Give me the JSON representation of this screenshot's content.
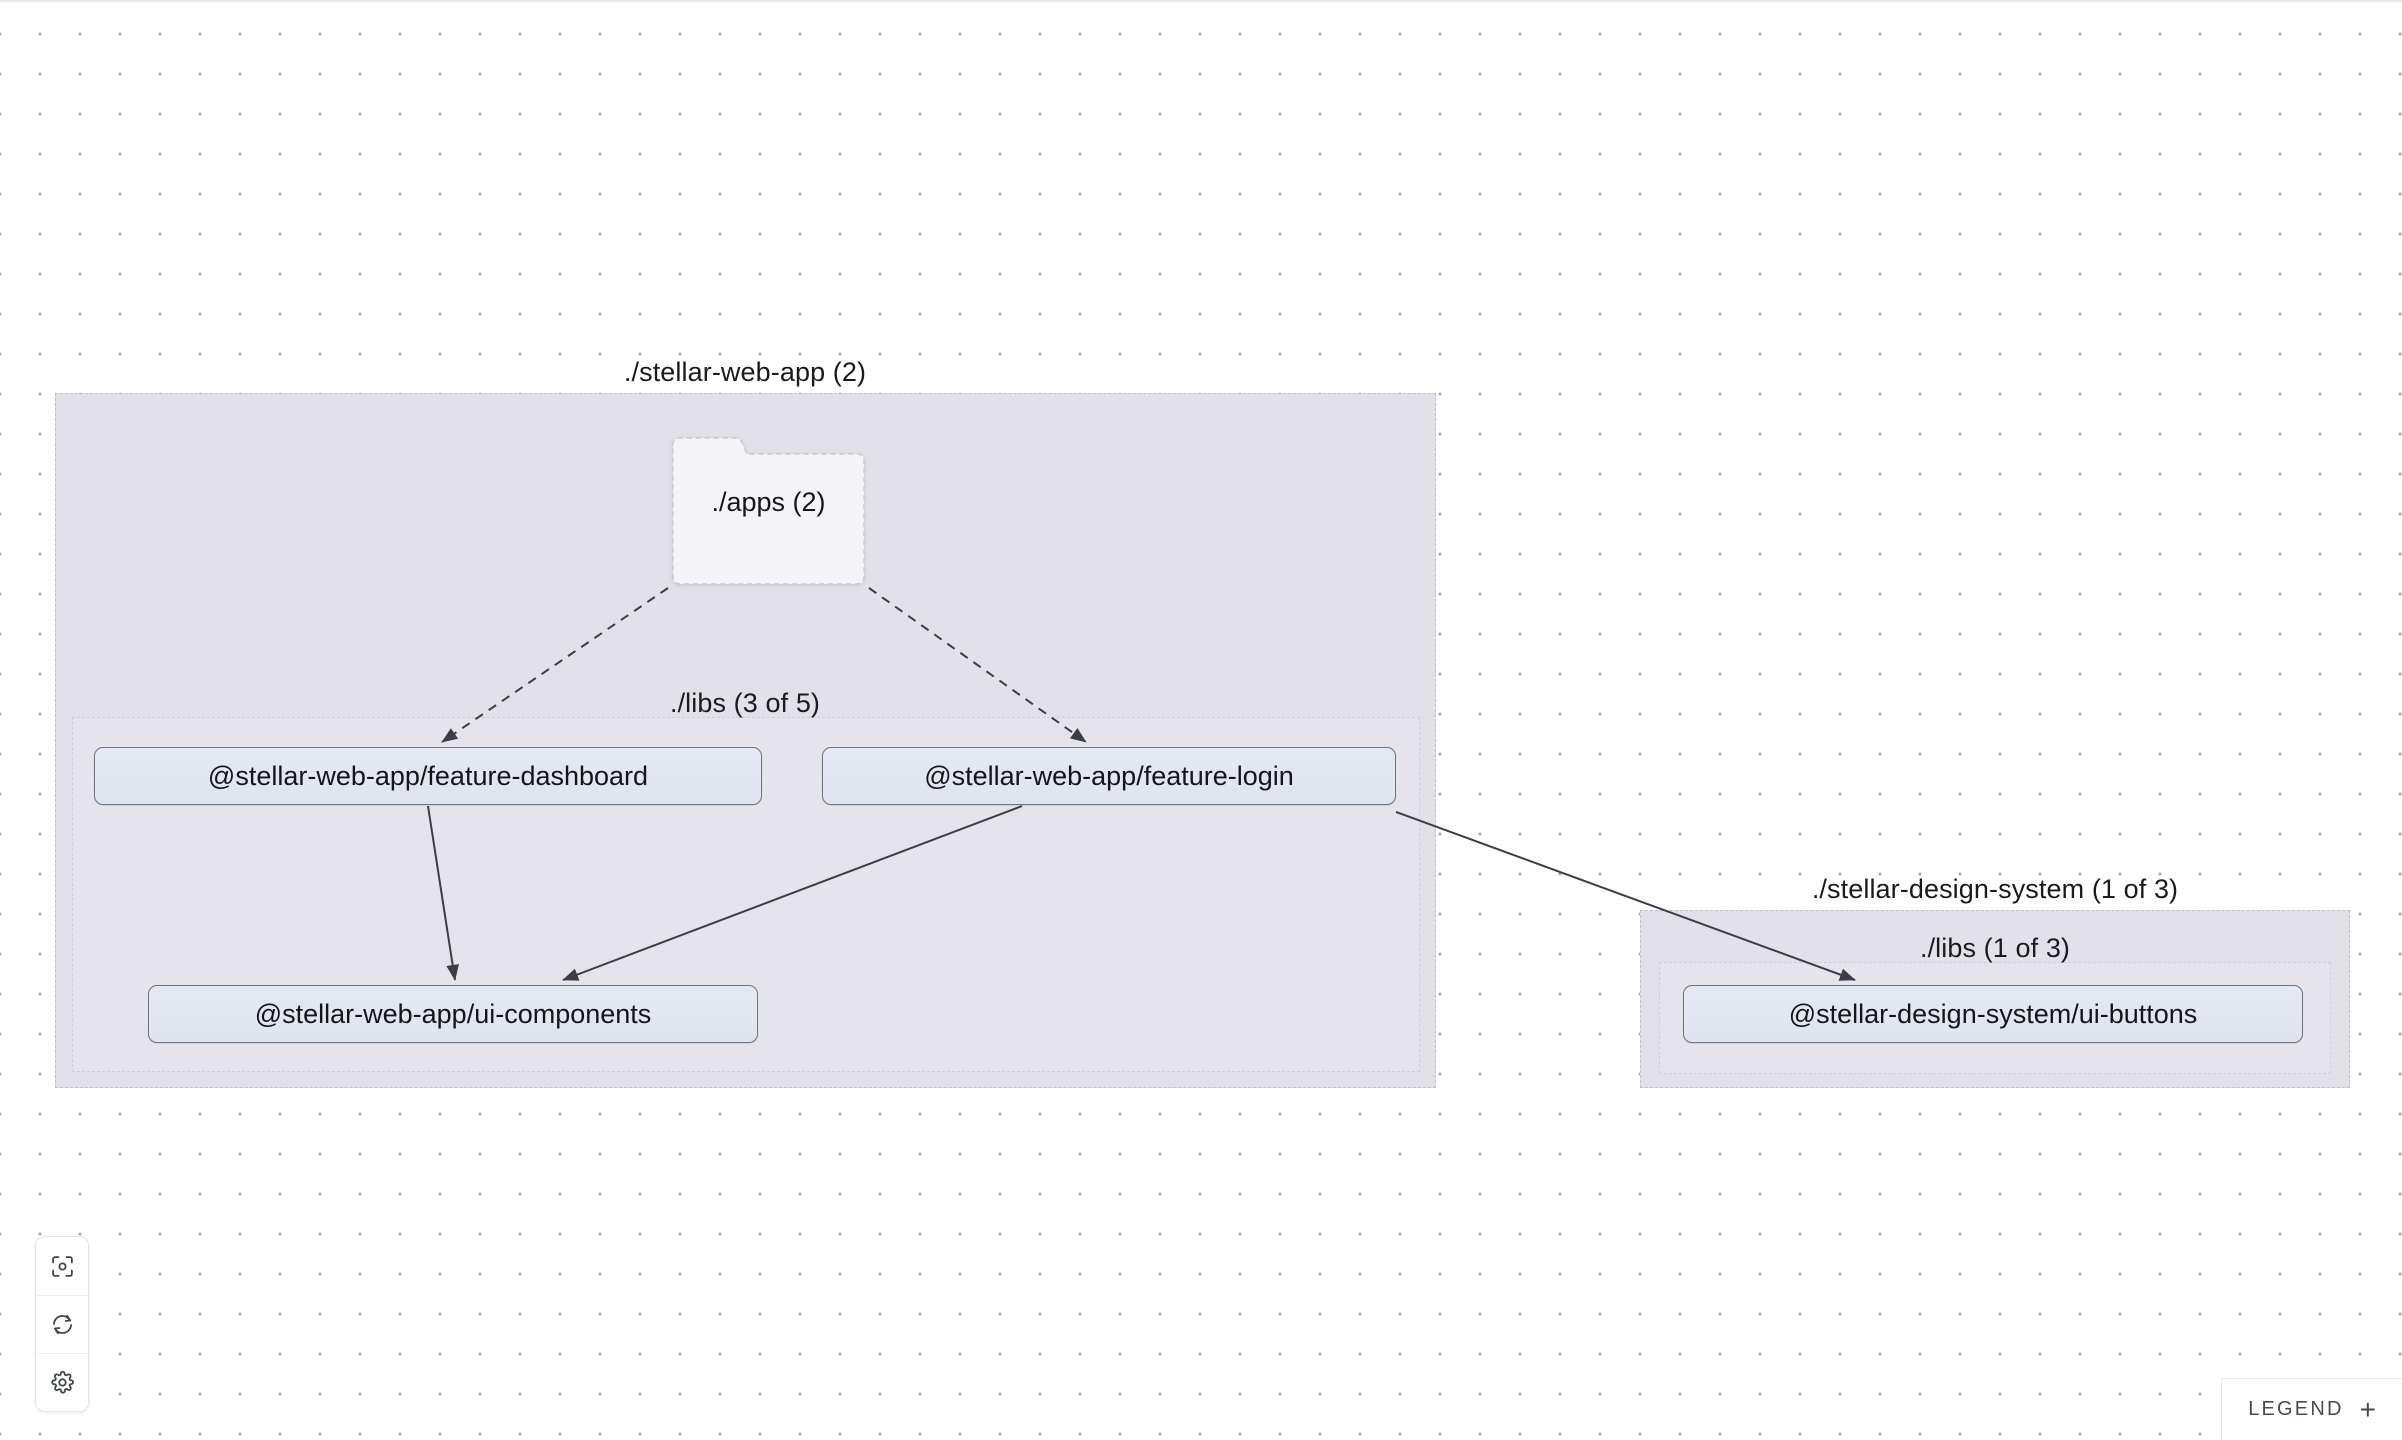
{
  "canvas": {
    "background_color": "#ffffff",
    "dot_color": "#9aa5b5",
    "dot_spacing": 40
  },
  "graph": {
    "type": "dependency-graph",
    "groups": [
      {
        "id": "stellar-web-app",
        "label": "./stellar-web-app (2)",
        "kind": "workspace",
        "children": [
          {
            "id": "libs-webapp",
            "label": "./libs (3 of 5)",
            "kind": "directory"
          }
        ]
      },
      {
        "id": "stellar-design-system",
        "label": "./stellar-design-system (1 of 3)",
        "kind": "workspace",
        "children": [
          {
            "id": "libs-ds",
            "label": "./libs (1 of 3)",
            "kind": "directory"
          }
        ]
      }
    ],
    "folders": [
      {
        "id": "apps",
        "label": "./apps (2)",
        "kind": "folder",
        "parent": "stellar-web-app"
      }
    ],
    "nodes": [
      {
        "id": "feature-dashboard",
        "label": "@stellar-web-app/feature-dashboard",
        "parent": "libs-webapp"
      },
      {
        "id": "feature-login",
        "label": "@stellar-web-app/feature-login",
        "parent": "libs-webapp"
      },
      {
        "id": "ui-components",
        "label": "@stellar-web-app/ui-components",
        "parent": "libs-webapp"
      },
      {
        "id": "ui-buttons",
        "label": "@stellar-design-system/ui-buttons",
        "parent": "libs-ds"
      }
    ],
    "edges": [
      {
        "from": "apps",
        "to": "feature-dashboard",
        "style": "dashed"
      },
      {
        "from": "apps",
        "to": "feature-login",
        "style": "dashed"
      },
      {
        "from": "feature-dashboard",
        "to": "ui-components",
        "style": "solid"
      },
      {
        "from": "feature-login",
        "to": "ui-components",
        "style": "solid"
      },
      {
        "from": "feature-login",
        "to": "ui-buttons",
        "style": "solid"
      }
    ],
    "colors": {
      "group_fill": "#e3e1e8",
      "group_border": "#c2c0cb",
      "node_fill": "#e1e6f1",
      "node_border": "#6f7280",
      "edge": "#3d3d48",
      "text": "#16161b"
    }
  },
  "toolbar": {
    "buttons": [
      {
        "id": "focus",
        "icon": "focus-target-icon",
        "label": "Focus graph"
      },
      {
        "id": "refresh",
        "icon": "refresh-icon",
        "label": "Refresh graph"
      },
      {
        "id": "settings",
        "icon": "gear-icon",
        "label": "Settings"
      }
    ]
  },
  "legend": {
    "text": "LEGEND",
    "expand_glyph": "+"
  }
}
